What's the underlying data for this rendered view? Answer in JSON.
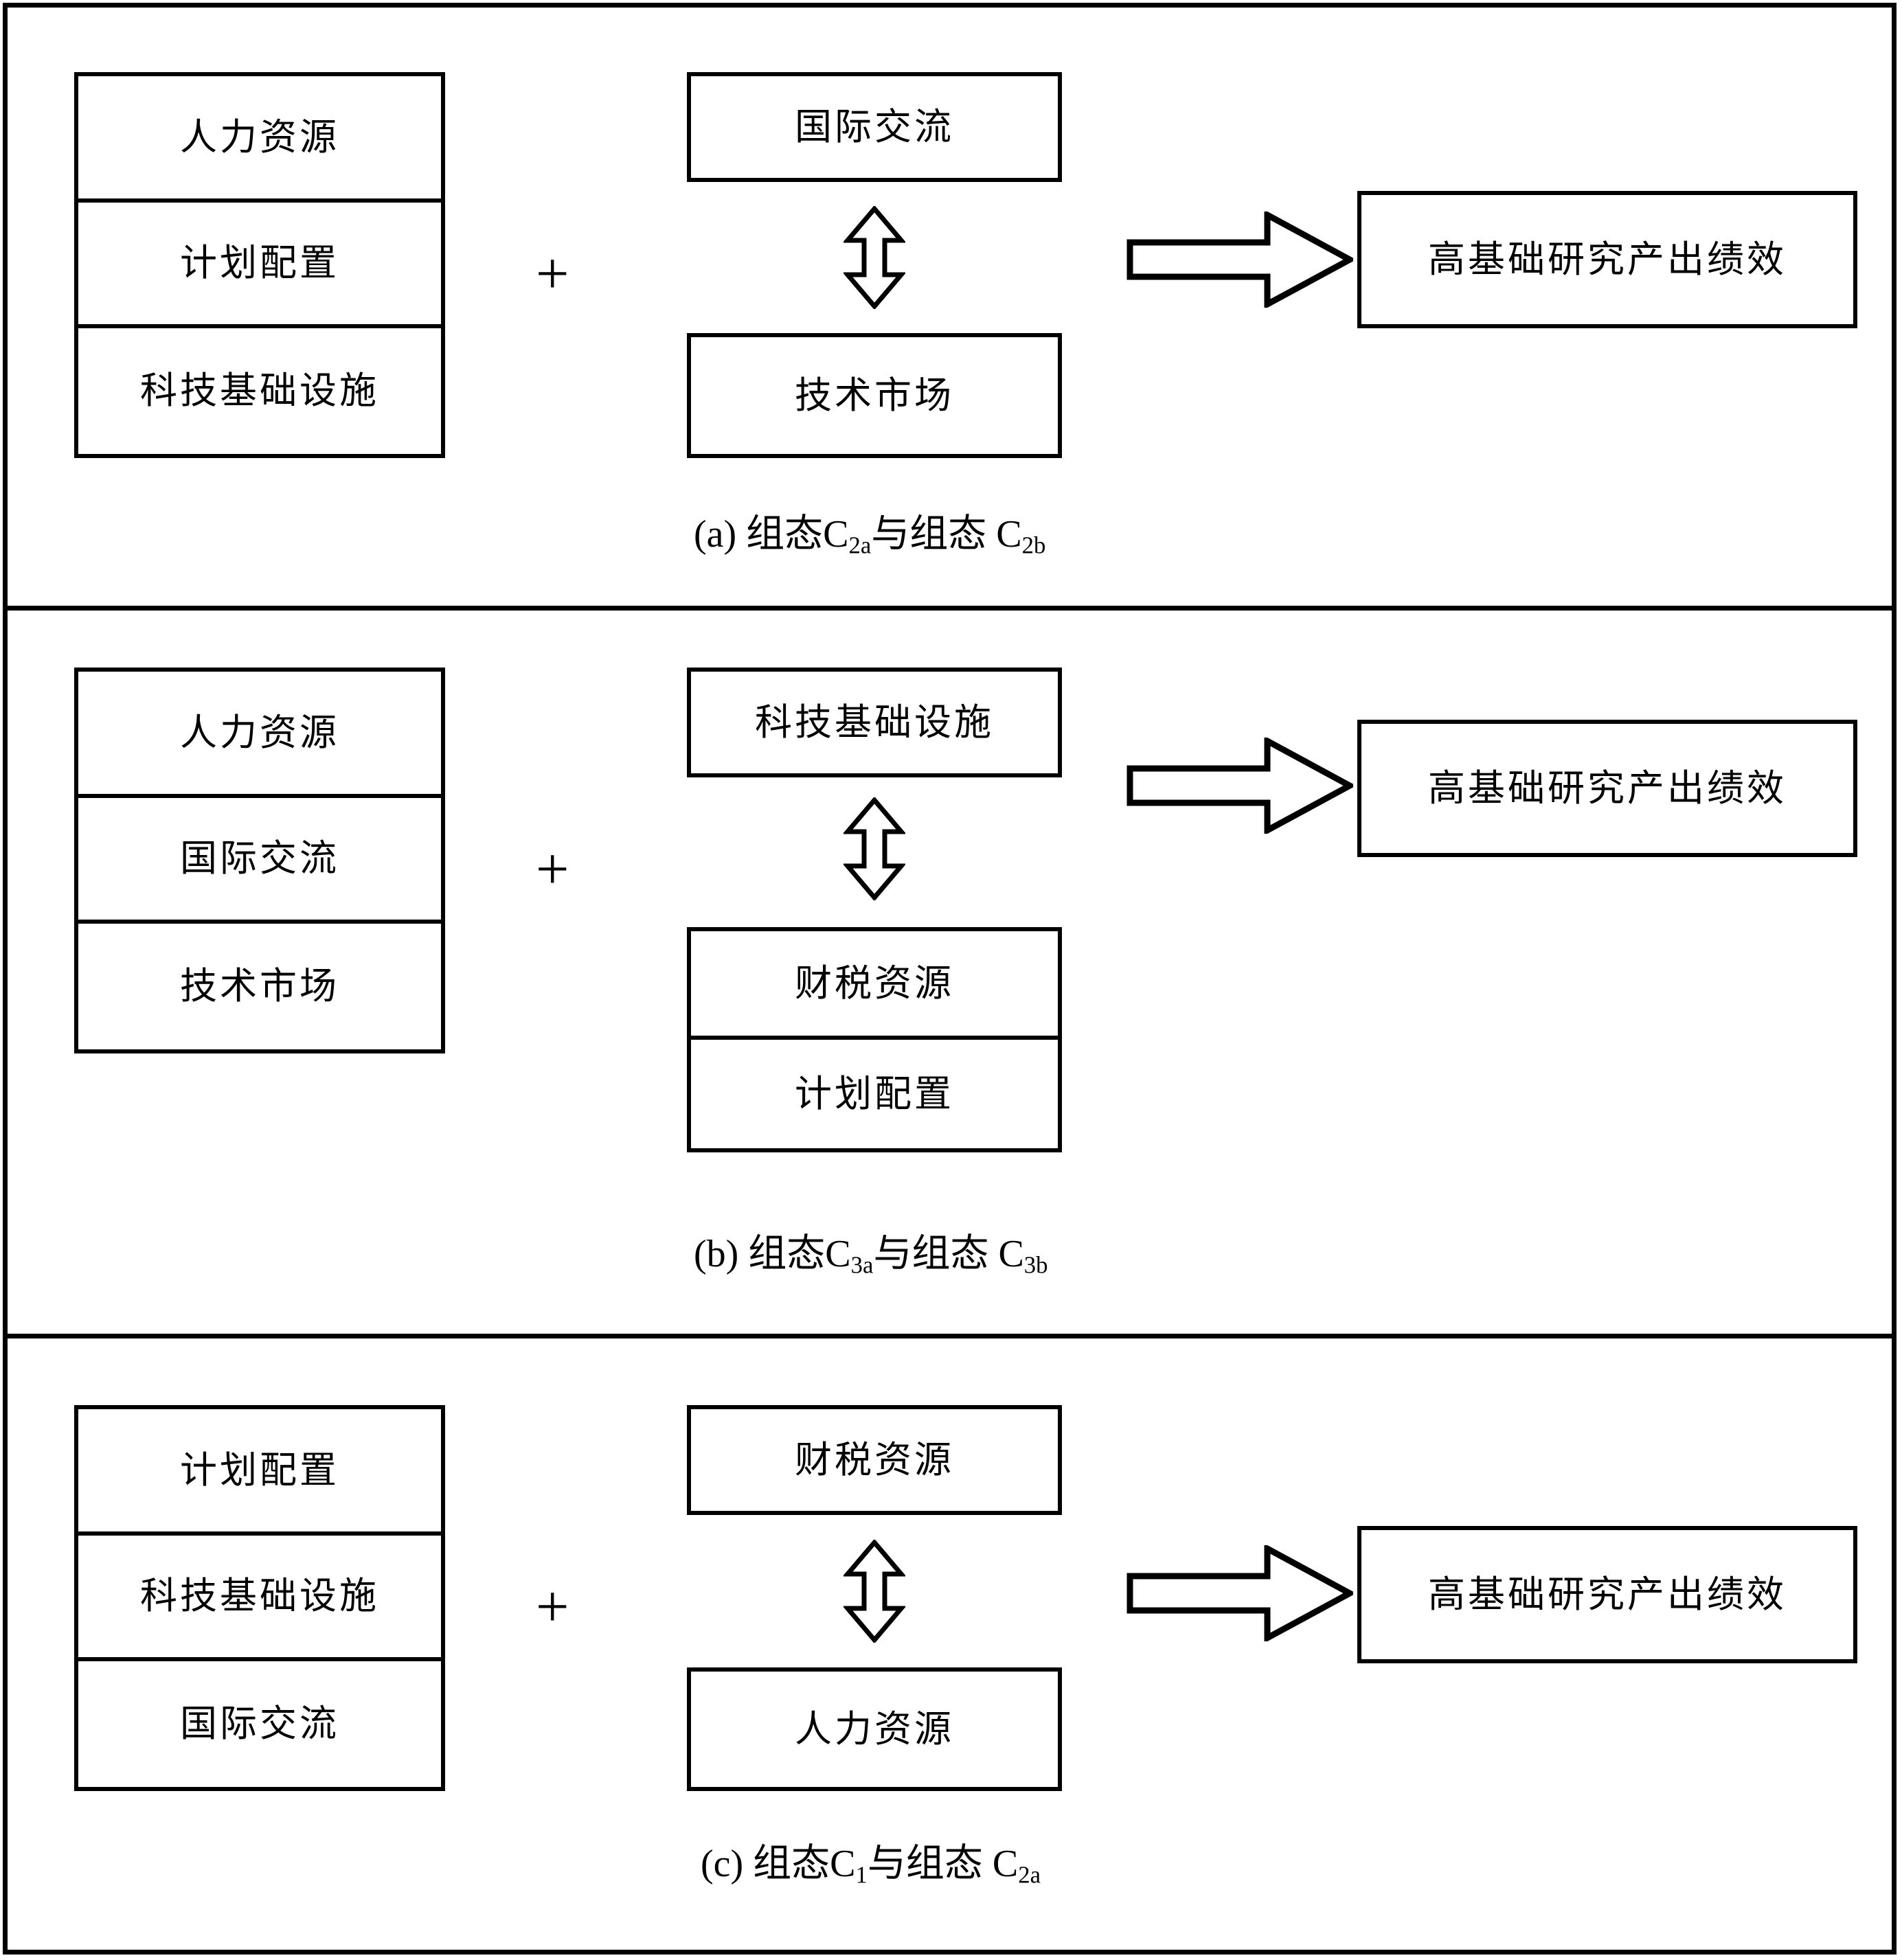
{
  "figure": {
    "type": "configuration-diagram",
    "outcome_label": "高基础研究产出绩效",
    "combine_symbol": "+",
    "link_icon": "double-headed-vertical-arrow",
    "leads_to_icon": "block-right-arrow"
  },
  "panels": [
    {
      "id": "a",
      "caption": {
        "index": "(a)",
        "prefix": "组态",
        "first_label": "C",
        "first_sub": "2a",
        "connector": "与组态",
        "second_label": "C",
        "second_sub": "2b",
        "full_text": "(a) 组态 C2a 与组态 C2b"
      },
      "left_stack": [
        "人力资源",
        "计划配置",
        "科技基础设施"
      ],
      "plus": "+",
      "middle_top": [
        "国际交流"
      ],
      "middle_bottom": [
        "技术市场"
      ],
      "outcome": "高基础研究产出绩效"
    },
    {
      "id": "b",
      "caption": {
        "index": "(b)",
        "prefix": "组态",
        "first_label": "C",
        "first_sub": "3a",
        "connector": "与组态",
        "second_label": "C",
        "second_sub": "3b",
        "full_text": "(b) 组态 C3a 与组态 C3b"
      },
      "left_stack": [
        "人力资源",
        "国际交流",
        "技术市场"
      ],
      "plus": "+",
      "middle_top": [
        "科技基础设施"
      ],
      "middle_bottom": [
        "财税资源",
        "计划配置"
      ],
      "outcome": "高基础研究产出绩效"
    },
    {
      "id": "c",
      "caption": {
        "index": "(c)",
        "prefix": "组态",
        "first_label": "C",
        "first_sub": "1",
        "connector": "与组态",
        "second_label": "C",
        "second_sub": "2a",
        "full_text": "(c) 组态 C1 与组态 C2a"
      },
      "left_stack": [
        "计划配置",
        "科技基础设施",
        "国际交流"
      ],
      "plus": "+",
      "middle_top": [
        "财税资源"
      ],
      "middle_bottom": [
        "人力资源"
      ],
      "outcome": "高基础研究产出绩效"
    }
  ],
  "colors": {
    "line": "#000000",
    "background": "#ffffff",
    "text": "#000000"
  }
}
